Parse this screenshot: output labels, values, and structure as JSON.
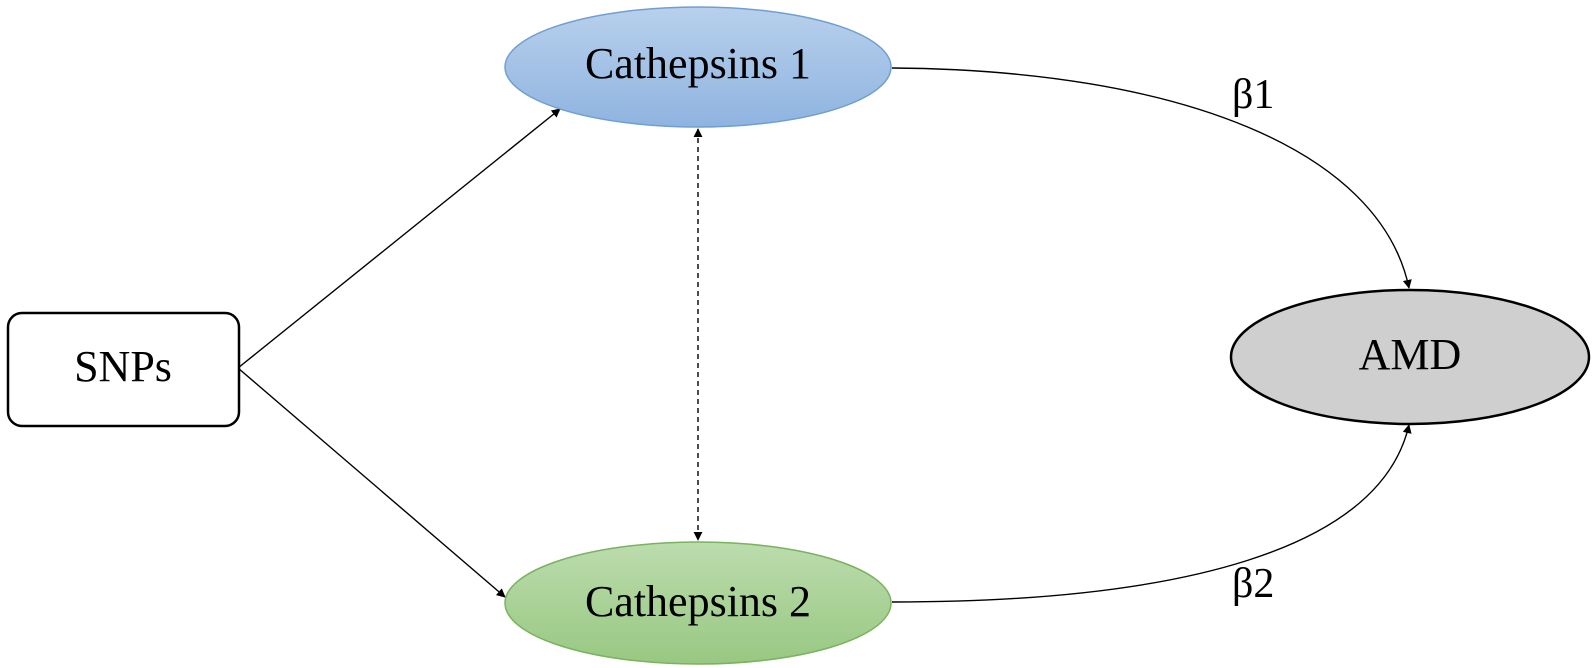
{
  "nodes": {
    "snps": {
      "label": "SNPs"
    },
    "cathepsins1": {
      "label": "Cathepsins 1"
    },
    "cathepsins2": {
      "label": "Cathepsins 2"
    },
    "amd": {
      "label": "AMD"
    }
  },
  "edges": {
    "beta1": {
      "label": "β1"
    },
    "beta2": {
      "label": "β2"
    }
  },
  "colors": {
    "cathepsins1_fill_top": "#b8d0ec",
    "cathepsins1_fill_bottom": "#8fb4e0",
    "cathepsins1_stroke": "#6f9fd2",
    "cathepsins2_fill_top": "#bcdcad",
    "cathepsins2_fill_bottom": "#98c882",
    "cathepsins2_stroke": "#7ab25f",
    "amd_fill": "#d0cfcf",
    "amd_stroke": "#000000",
    "snps_fill": "#ffffff",
    "snps_stroke": "#000000"
  }
}
